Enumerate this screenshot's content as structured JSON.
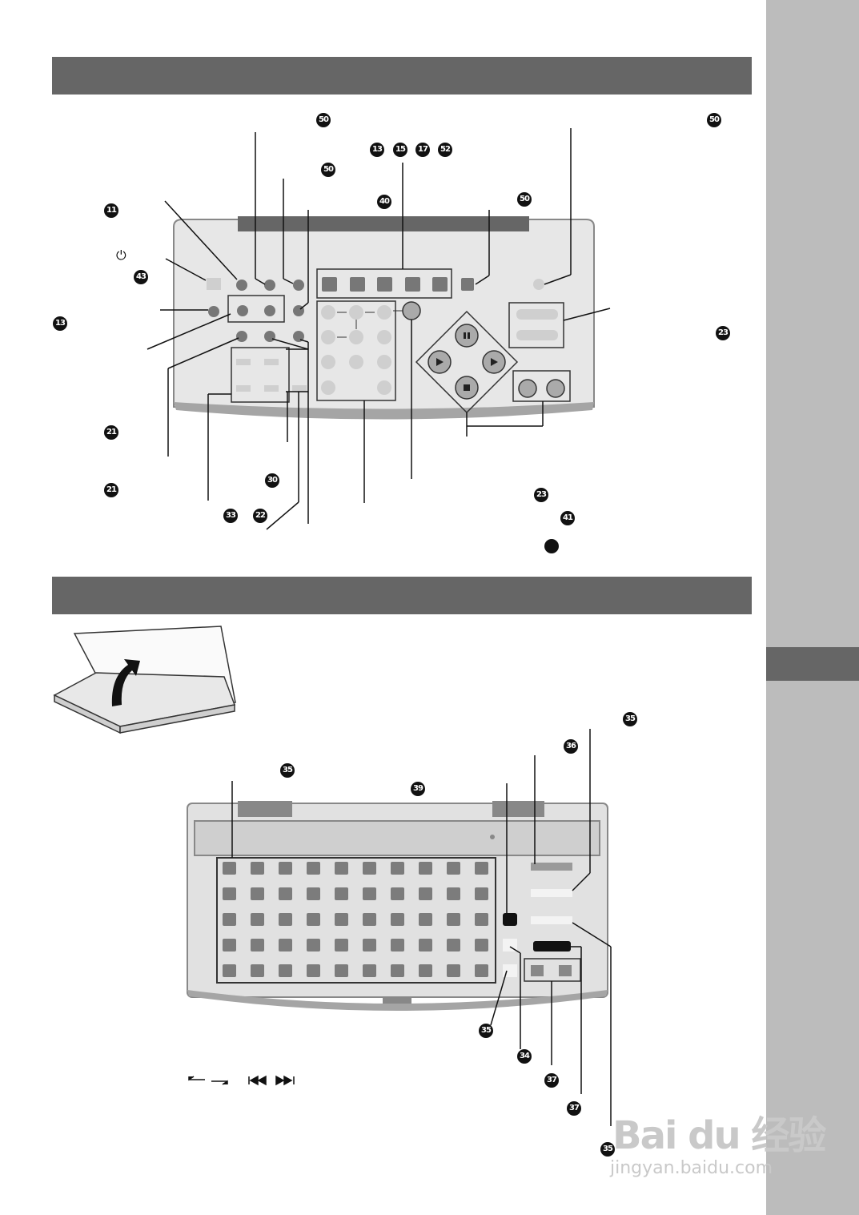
{
  "callouts_top": [
    "50",
    "13",
    "15",
    "17",
    "52",
    "50",
    "40",
    "50",
    "50",
    "11",
    "43",
    "13",
    "23",
    "21",
    "21",
    "30",
    "33",
    "22",
    "23",
    "41"
  ],
  "callouts_bottom": [
    "35",
    "36",
    "35",
    "39",
    "35",
    "34",
    "37",
    "37",
    "35"
  ],
  "symbols": {
    "power": "⏻",
    "arrows": "← →",
    "skip": "⏮ ⏭"
  },
  "watermark": {
    "logo": "Bai du 经验",
    "url": "jingyan.baidu.com"
  },
  "colors": {
    "header": "#666666",
    "sidebar": "#bcbcbc",
    "panel": "#e9e9e9",
    "button": "#7c7c7c"
  }
}
